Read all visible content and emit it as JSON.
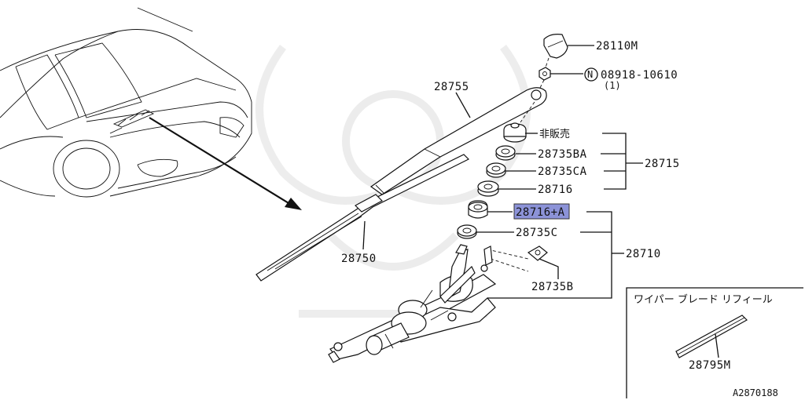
{
  "diagram": {
    "labels": {
      "cap": "28110M",
      "nut_no": "08918-10610",
      "nut_qty": "(1)",
      "nut_mark": "N",
      "arm": "28755",
      "not_sold": "非販売",
      "p1": "28735BA",
      "p2": "28735CA",
      "p3": "28716",
      "assy_upper": "28715",
      "p4": "28716+A",
      "p5": "28735C",
      "blade": "28750",
      "assy_lower": "28710",
      "clip": "28735B",
      "refill": "28795M",
      "refill_box_title": "ワイパー ブレード リフィール",
      "diagram_code": "A2870188"
    },
    "highlight_color": "#8c93d8"
  }
}
